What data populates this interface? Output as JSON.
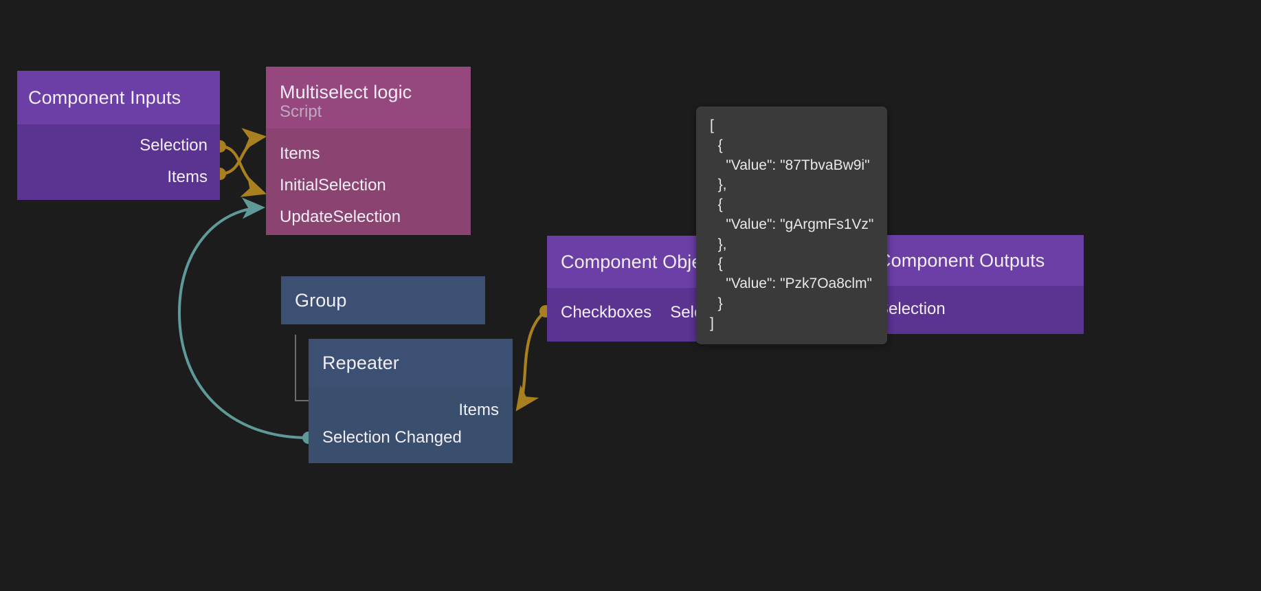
{
  "canvas": {
    "background": "#1c1c1c",
    "wire_colors": {
      "data": "#a8801f",
      "event": "#5f9a99"
    }
  },
  "nodes": {
    "component_inputs": {
      "title": "Component Inputs",
      "header_color": "#6b3fa6",
      "body_color": "#5b3391",
      "outputs": [
        "Selection",
        "Items"
      ]
    },
    "multiselect_logic": {
      "title": "Multiselect logic",
      "subtitle": "Script",
      "header_color": "#96487e",
      "body_color": "#8b4372",
      "inputs": [
        "Items",
        "InitialSelection",
        "UpdateSelection"
      ]
    },
    "group": {
      "title": "Group",
      "header_color": "#3b5072"
    },
    "repeater": {
      "title": "Repeater",
      "header_color": "#3b5072",
      "body_color": "#3a4e6e",
      "inputs": [
        "Items"
      ],
      "outputs": [
        "Selection Changed"
      ]
    },
    "component_object": {
      "title": "Component Object",
      "header_color": "#6b3fa6",
      "body_color": "#5b3391",
      "inputs": [
        "Checkboxes"
      ],
      "outputs": [
        "Selection"
      ]
    },
    "component_outputs": {
      "title": "Component Outputs",
      "header_color": "#6b3fa6",
      "body_color": "#5b3391",
      "inputs": [
        "Selection"
      ]
    }
  },
  "tooltip": {
    "background": "#3a3a3a",
    "text": "[\n  {\n    \"Value\": \"87TbvaBw9i\"\n  },\n  {\n    \"Value\": \"gArgmFs1Vz\"\n  },\n  {\n    \"Value\": \"Pzk7Oa8clm\"\n  }\n]",
    "values": [
      "87TbvaBw9i",
      "gArgmFs1Vz",
      "Pzk7Oa8clm"
    ]
  }
}
